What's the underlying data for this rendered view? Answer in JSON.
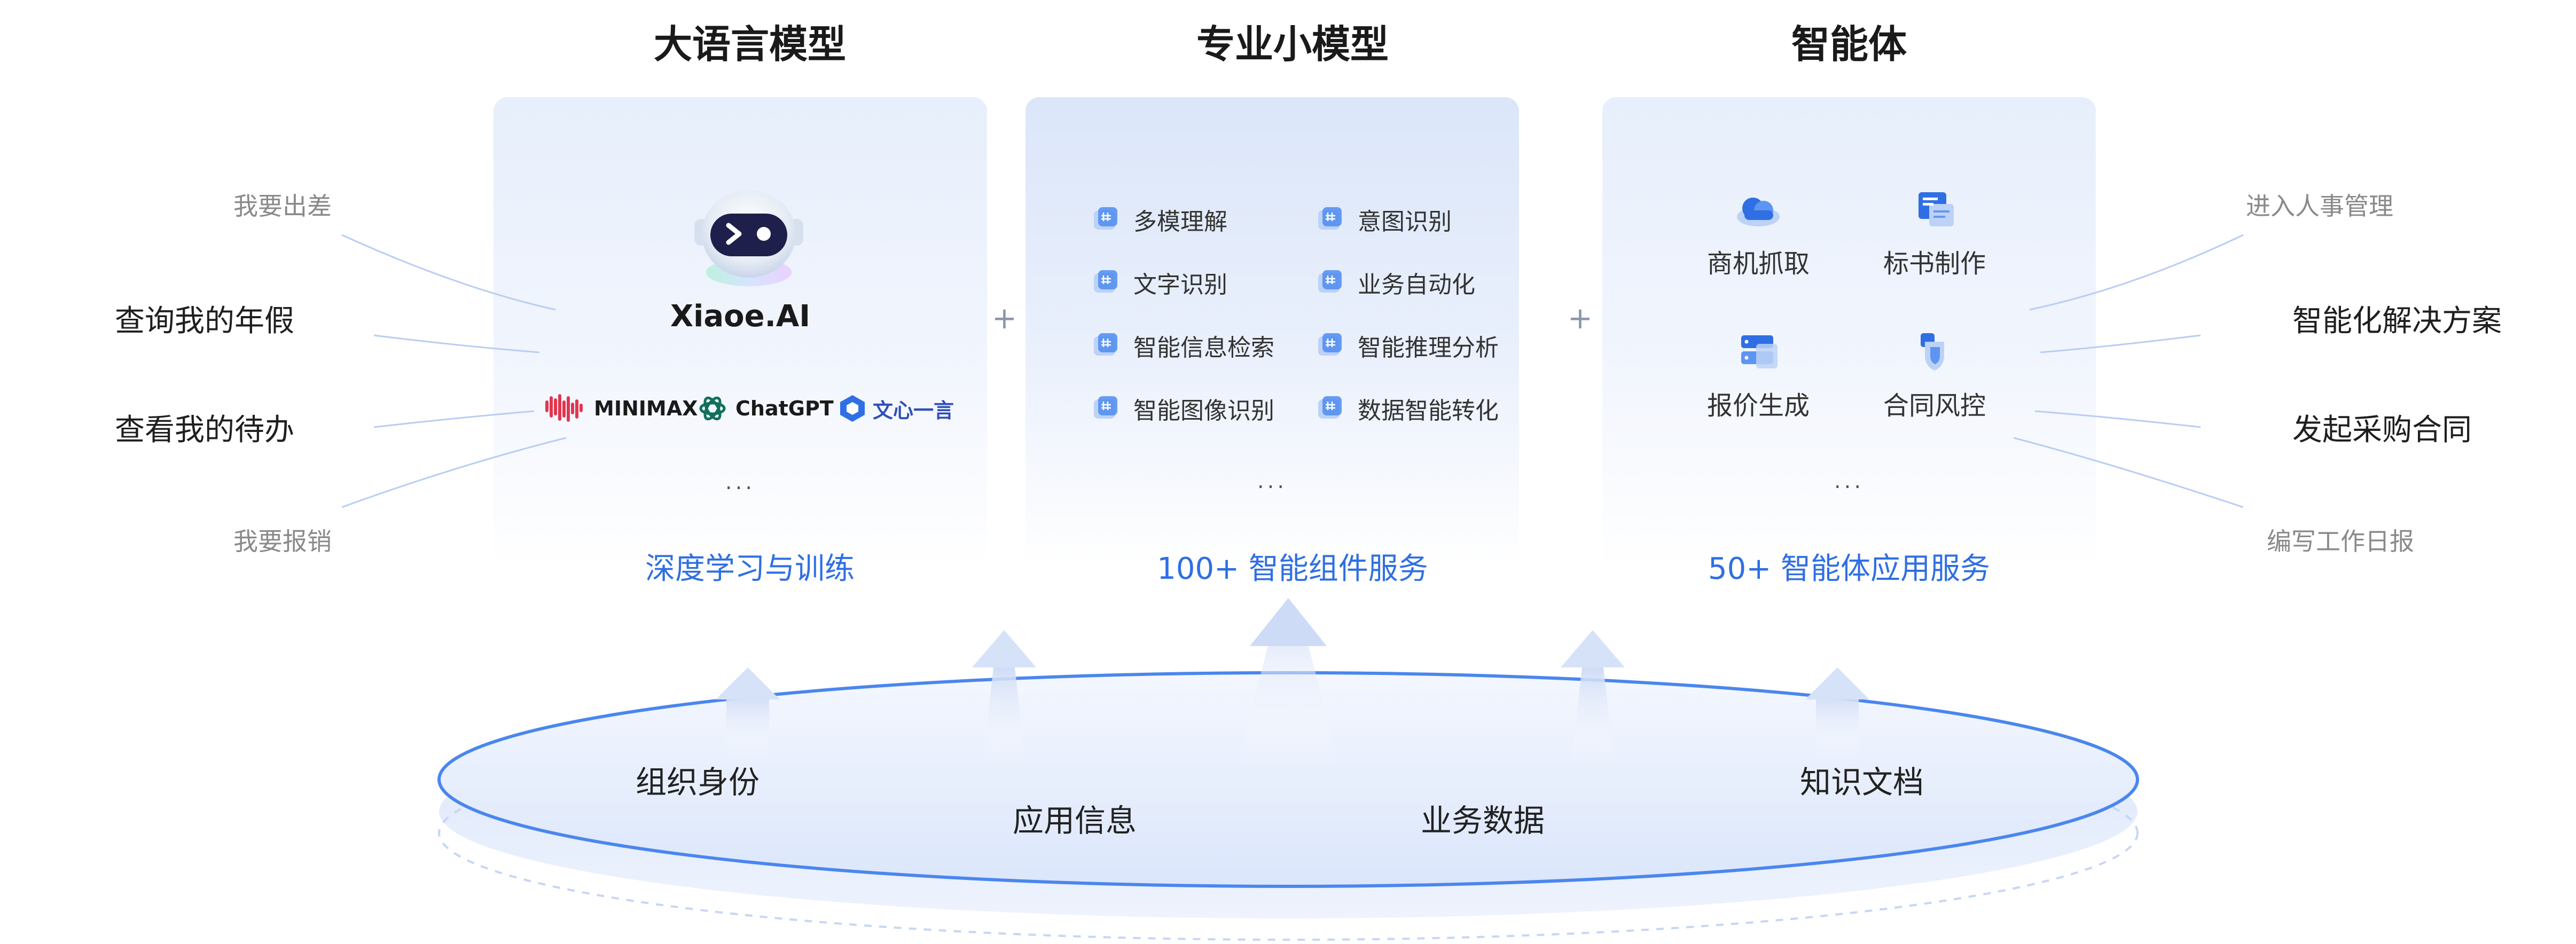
{
  "columns": [
    {
      "heading": "大语言模型",
      "footer": "深度学习与训练"
    },
    {
      "heading": "专业小模型",
      "footer": "100+ 智能组件服务"
    },
    {
      "heading": "智能体",
      "footer": "50+ 智能体应用服务"
    }
  ],
  "separators": {
    "plus": "+"
  },
  "llm_panel": {
    "product_name": "Xiaoe.AI",
    "brands": [
      {
        "icon": "minimax-logo",
        "label": "MINIMAX"
      },
      {
        "icon": "chatgpt-logo",
        "label": "ChatGPT"
      },
      {
        "icon": "wenxin-logo",
        "label": "文心一言"
      }
    ],
    "more": "..."
  },
  "small_model_panel": {
    "items_left": [
      "多模理解",
      "文字识别",
      "智能信息检索",
      "智能图像识别"
    ],
    "items_right": [
      "意图识别",
      "业务自动化",
      "智能推理分析",
      "数据智能转化"
    ],
    "more": "...",
    "icon": "cube-icon"
  },
  "agent_panel": {
    "items": [
      {
        "icon": "cloud-icon",
        "label": "商机抓取"
      },
      {
        "icon": "document-icon",
        "label": "标书制作"
      },
      {
        "icon": "server-stack-icon",
        "label": "报价生成"
      },
      {
        "icon": "shield-icon",
        "label": "合同风控"
      }
    ],
    "more": "..."
  },
  "left_side": {
    "small_top": "我要出差",
    "big_top": "查询我的年假",
    "big_bottom": "查看我的待办",
    "small_bottom": "我要报销",
    "icon": "voice-wave-icon"
  },
  "right_side": {
    "small_top": "进入人事管理",
    "big_top": "智能化解决方案",
    "big_bottom": "发起采购合同",
    "small_bottom": "编写工作日报",
    "icon": "voice-wave-icon"
  },
  "base": {
    "labels": [
      "组织身份",
      "应用信息",
      "业务数据",
      "知识文档"
    ]
  },
  "colors": {
    "accent": "#2f6fe3",
    "panel_bg": "#e7effc",
    "ring": "#4a86ee",
    "base_fill": "#dce7fb"
  }
}
